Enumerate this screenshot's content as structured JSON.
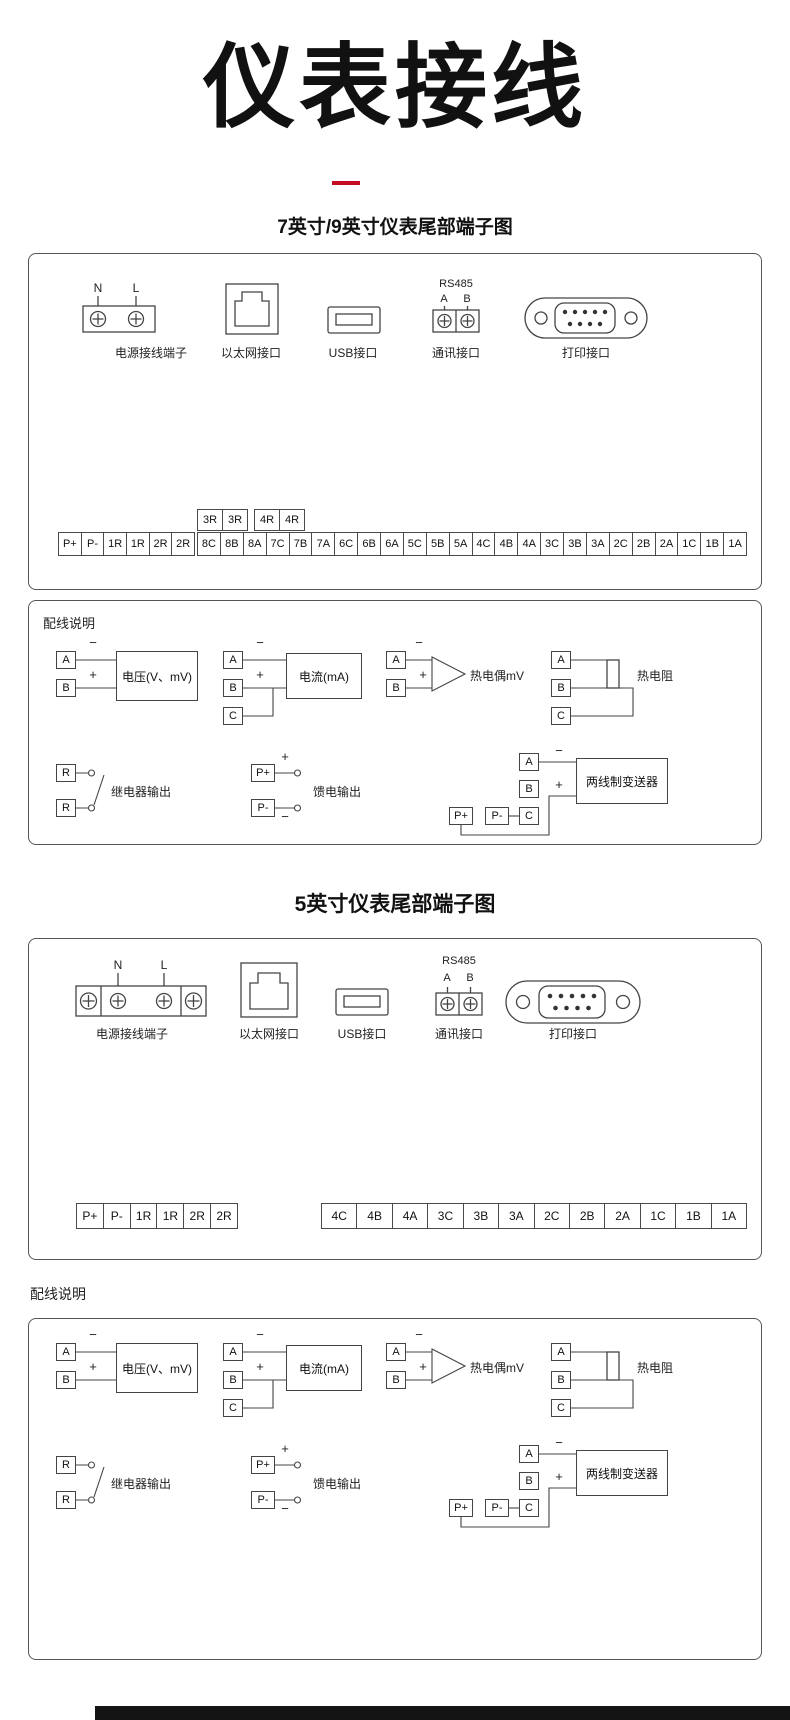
{
  "title": "仪表接线",
  "section7": {
    "heading": "7英寸/9英寸仪表尾部端子图",
    "power_label": "电源接线端子",
    "power_n": "N",
    "power_l": "L",
    "ethernet_label": "以太网接口",
    "usb_label": "USB接口",
    "comm_label": "通讯接口",
    "comm_protocol": "RS485",
    "comm_a": "A",
    "comm_b": "B",
    "printer_label": "打印接口",
    "relay3_cells": [
      "3R",
      "3R"
    ],
    "relay4_cells": [
      "4R",
      "4R"
    ],
    "left_cells": [
      "P+",
      "P-",
      "1R",
      "1R",
      "2R",
      "2R"
    ],
    "main_cells": [
      "8C",
      "8B",
      "8A",
      "7C",
      "7B",
      "7A",
      "6C",
      "6B",
      "6A",
      "5C",
      "5B",
      "5A",
      "4C",
      "4B",
      "4A",
      "3C",
      "3B",
      "3A",
      "2C",
      "2B",
      "2A",
      "1C",
      "1B",
      "1A"
    ]
  },
  "section5": {
    "heading": "5英寸仪表尾部端子图",
    "power_label": "电源接线端子",
    "power_n": "N",
    "power_l": "L",
    "ethernet_label": "以太网接口",
    "usb_label": "USB接口",
    "comm_label": "通讯接口",
    "comm_protocol": "RS485",
    "comm_a": "A",
    "comm_b": "B",
    "printer_label": "打印接口",
    "left_cells": [
      "P+",
      "P-",
      "1R",
      "1R",
      "2R",
      "2R"
    ],
    "main_cells": [
      "4C",
      "4B",
      "4A",
      "3C",
      "3B",
      "3A",
      "2C",
      "2B",
      "2A",
      "1C",
      "1B",
      "1A"
    ]
  },
  "wiring": {
    "heading": "配线说明",
    "pin_a": "A",
    "pin_b": "B",
    "pin_c": "C",
    "pin_r": "R",
    "pin_pplus": "P+",
    "pin_pminus": "P-",
    "plus": "+",
    "minus": "−",
    "voltage_label": "电压(V、mV)",
    "current_label": "电流(mA)",
    "thermocouple_label": "热电偶mV",
    "rtd_label": "热电阻",
    "relay_label": "继电器输出",
    "feed_label": "馈电输出",
    "transmitter_label": "两线制变送器"
  }
}
